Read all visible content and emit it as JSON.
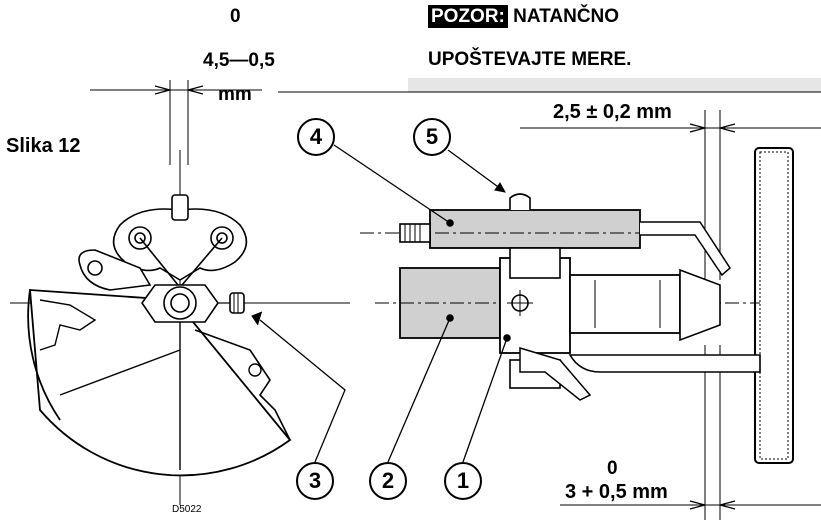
{
  "tolerance_note": {
    "zero": "0",
    "range": "4,5—0,5",
    "unit": "mm"
  },
  "warning": {
    "badge": "POZOR:",
    "line1_rest": " NATANČNO",
    "line2": "UPOŠTEVAJTE MERE."
  },
  "figure_title": "Slika 12",
  "dimensions": {
    "top": "2,5 ± 0,2 mm",
    "bottom_zero": "0",
    "bottom": "3 + 0,5 mm"
  },
  "callouts": [
    "4",
    "5",
    "3",
    "2",
    "1"
  ],
  "drawing_code": "D5022",
  "colors": {
    "line": "#000000",
    "fill_part": "#d0d0d0",
    "band": "#e6e6e6"
  }
}
